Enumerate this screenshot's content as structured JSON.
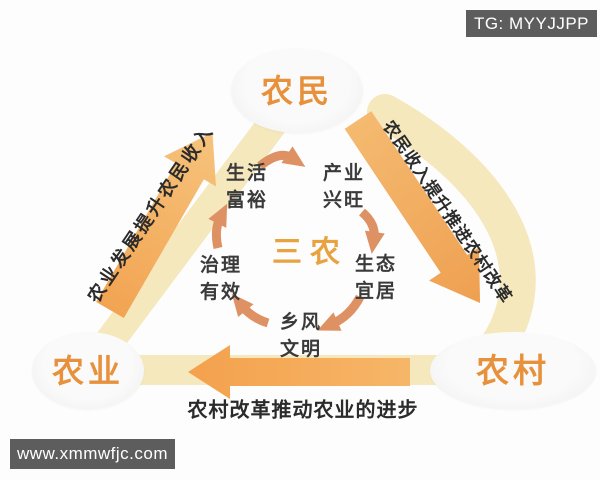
{
  "badge": {
    "text": "TG: MYYJJPP"
  },
  "watermark": {
    "text": "www.xmmwfjc.com"
  },
  "diagram": {
    "center": "三农",
    "nodes": {
      "top": "农民",
      "left": "农业",
      "right": "农村"
    },
    "cycle": [
      {
        "l1": "生活",
        "l2": "富裕"
      },
      {
        "l1": "产业",
        "l2": "兴旺"
      },
      {
        "l1": "生态",
        "l2": "宜居"
      },
      {
        "l1": "乡风",
        "l2": "文明"
      },
      {
        "l1": "治理",
        "l2": "有效"
      }
    ],
    "edges": {
      "left": "农业发展提升农民收入",
      "right": "农民收入提升推进农村改革",
      "bottom": "农村改革推动农业的进步"
    },
    "colors": {
      "arrow_orange": "#F2A558",
      "band_yellow": "#F5E8BD",
      "cycle_arrow_salmon": "#DE9163",
      "node_text_orange": "#E8913C",
      "center_text_orange": "#E8A23F",
      "label_dark": "#2B2B2B",
      "watermark_bg": "#5D5D5D"
    }
  }
}
